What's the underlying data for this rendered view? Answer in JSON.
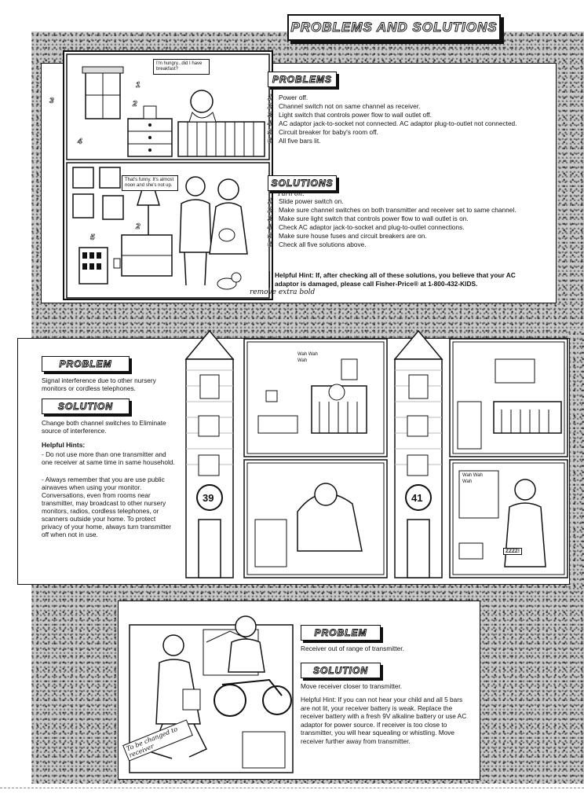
{
  "banner": {
    "title": "PROBLEMS AND SOLUTIONS"
  },
  "section1": {
    "bubble_top": "I'm hungry...did I have breakfast?",
    "bubble_bottom": "That's funny. It's almost noon and she's not up.",
    "problems_title": "PROBLEMS",
    "problems": [
      {
        "n": "1",
        "text": "Power off."
      },
      {
        "n": "2",
        "text": "Channel switch not on same channel as receiver."
      },
      {
        "n": "3",
        "text": "Light switch that controls power flow to wall outlet off."
      },
      {
        "n": "4",
        "text": "AC adaptor jack-to-socket not connected. AC adaptor plug-to-outlet not connected."
      },
      {
        "n": "5",
        "text": "Circuit breaker for baby's room off."
      },
      {
        "n": "6",
        "text": "All five bars lit."
      }
    ],
    "solutions_title": "SOLUTIONS",
    "solutions": [
      {
        "n": "1",
        "text": "Slide power switch on."
      },
      {
        "n": "2",
        "text": "Make sure channel switches on both transmitter and receiver set to same channel."
      },
      {
        "n": "3",
        "text": "Make sure light switch that controls power flow to wall outlet is on."
      },
      {
        "n": "4",
        "text": "Check AC adaptor jack-to-socket and plug-to-outlet connections."
      },
      {
        "n": "5",
        "text": "Make sure house fuses and circuit breakers are on."
      },
      {
        "n": "6",
        "text": "Check all five solutions above."
      }
    ],
    "handwritten_turn_on": "Turn    on.",
    "hint": "Helpful Hint: If, after checking all of these solutions, you believe that your AC adaptor is damaged, please call Fisher-Price® at 1-800-432-KIDS.",
    "handwritten_remove_bold": "remove extra bold",
    "labels": {
      "l1": "1",
      "l2": "2",
      "l3": "3",
      "l4": "4",
      "l5": "5",
      "l2b": "2"
    }
  },
  "section2": {
    "problem_title": "PROBLEM",
    "problem": "Signal interference due to other nursery monitors or cordless telephones.",
    "solution_title": "SOLUTION",
    "solution": "Change both channel switches to Eliminate source of interference.",
    "hints_title": "Helpful Hints:",
    "hints": [
      "- Do not use more than one transmitter and one receiver at same time in same household.",
      "- Always remember that you are use public airwaves when using your monitor. Conversations, even from rooms near transmitter, may broadcast to other nursery monitors, radios, cordless telephones, or scanners outside your home. To protect privacy of your home, always turn transmitter off when not in use."
    ],
    "house_left_number": "39",
    "house_right_number": "41",
    "crying_1": "Wah Wah Wah",
    "crying_2": "Wah Wah Wah",
    "snore": "ZZZZ!"
  },
  "section3": {
    "problem_title": "PROBLEM",
    "problem": "Receiver out of range of transmitter.",
    "solution_title": "SOLUTION",
    "solution": "Move receiver closer to transmitter.",
    "hint": "Helpful Hint: If you can not hear your child and all 5 bars are not lit, your receiver battery is weak. Replace the receiver battery with a fresh 9V alkaline battery or use AC adaptor for power source. If receiver is too close to transmitter, you will hear squealing or whistling. Move receiver further away from transmitter.",
    "handwritten_note": "To be changed to receiver"
  }
}
